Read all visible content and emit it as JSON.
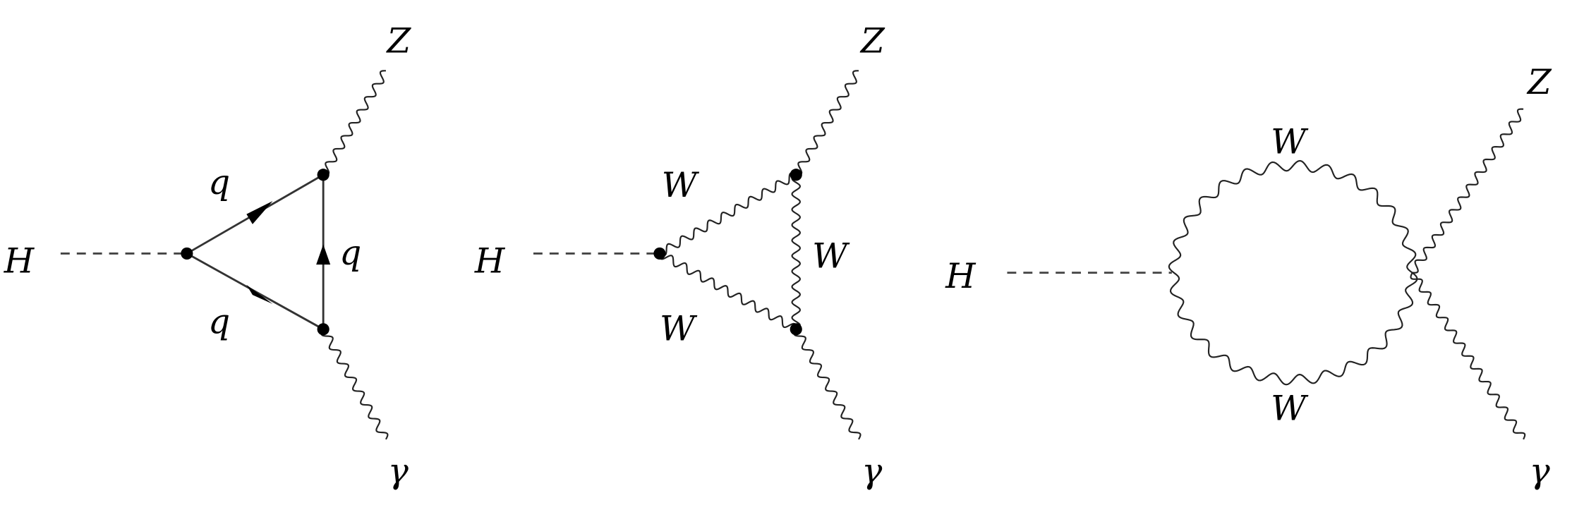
{
  "diagrams": [
    {
      "name": "quark-loop",
      "labels": {
        "higgs": "H",
        "z": "Z",
        "gamma": "γ",
        "q_upper": "q",
        "q_right": "q",
        "q_lower": "q"
      }
    },
    {
      "name": "w-triangle",
      "labels": {
        "higgs": "H",
        "z": "Z",
        "gamma": "γ",
        "w_upper": "W",
        "w_right": "W",
        "w_lower": "W"
      }
    },
    {
      "name": "w-bubble",
      "labels": {
        "higgs": "H",
        "z": "Z",
        "gamma": "γ",
        "w_upper": "W",
        "w_lower": "W"
      }
    }
  ]
}
